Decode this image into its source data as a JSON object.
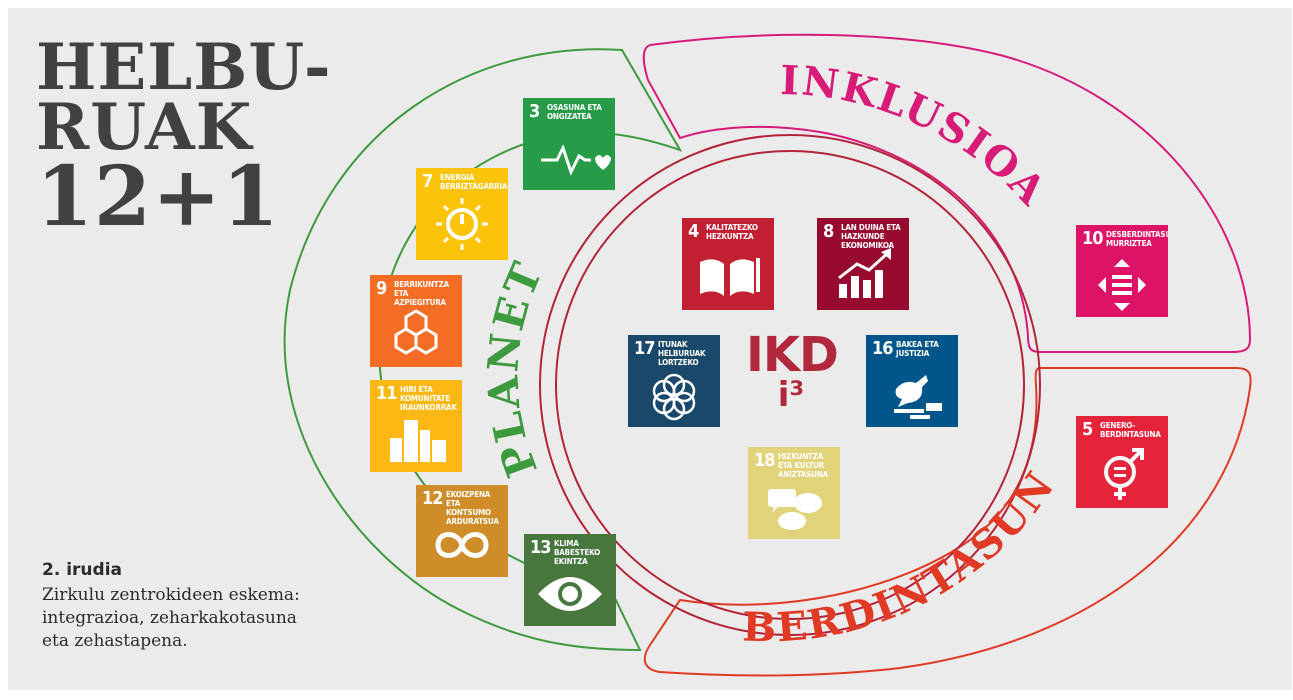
{
  "title": {
    "line1": "HELBU-",
    "line2": "RUAK",
    "line3": "12+1"
  },
  "caption": {
    "title": "2. irudia",
    "body": "Zirkulu zentrokideen eskema: integrazioa, zeharkakotasuna eta zehastapena."
  },
  "center_logo": {
    "main": "IKD",
    "sub": "i³"
  },
  "ring_labels": {
    "planeta": "PLANETA",
    "inklusioa": "INKLUSIOA",
    "berdintasuna": "BERDINTASUNA"
  },
  "colors": {
    "planeta": "#3e9a3e",
    "inklusioa": "#d81b78",
    "berdintasuna": "#e03a25",
    "inner": "#b3243a"
  },
  "goals": [
    {
      "num": "3",
      "label": "OSASUNA ETA ONGIZATEA",
      "color": "#279b48",
      "icon": "heartbeat-icon"
    },
    {
      "num": "7",
      "label": "ENERGIA BERRIZTAGARRIAK",
      "color": "#fcc30b",
      "icon": "sun-power-icon"
    },
    {
      "num": "9",
      "label": "BERRIKUNTZA ETA AZPIEGITURA",
      "color": "#f36d25",
      "icon": "cubes-icon"
    },
    {
      "num": "11",
      "label": "HIRI ETA KOMUNITATE IRAUNKORRAK",
      "color": "#fdb713",
      "icon": "city-icon"
    },
    {
      "num": "12",
      "label": "EKOIZPENA ETA KONTSUMO ARDURATSUA",
      "color": "#cf8d2a",
      "icon": "infinity-icon"
    },
    {
      "num": "13",
      "label": "KLIMA BABESTEKO EKINTZA",
      "color": "#48773e",
      "icon": "eye-globe-icon"
    },
    {
      "num": "4",
      "label": "KALITATEZKO HEZKUNTZA",
      "color": "#c31f33",
      "icon": "book-pencil-icon"
    },
    {
      "num": "8",
      "label": "LAN DUINA ETA HAZKUNDE EKONOMIKOA",
      "color": "#970b31",
      "icon": "growth-chart-icon"
    },
    {
      "num": "17",
      "label": "ITUNAK HELBURUAK LORTZEKO",
      "color": "#19486a",
      "icon": "flower-rings-icon"
    },
    {
      "num": "16",
      "label": "BAKEA ETA JUSTIZIA",
      "color": "#00558a",
      "icon": "dove-gavel-icon"
    },
    {
      "num": "18",
      "label": "HIZKUNTZA ETA KULTUR ANIZTASUNA",
      "color": "#e0d37a",
      "icon": "speech-bubbles-icon"
    },
    {
      "num": "10",
      "label": "DESBERDINTASUNAK MURRIZTEA",
      "color": "#dd1367",
      "icon": "equality-arrows-icon"
    },
    {
      "num": "5",
      "label": "GENERO-BERDINTASUNA",
      "color": "#e5243b",
      "icon": "gender-equality-icon"
    }
  ]
}
